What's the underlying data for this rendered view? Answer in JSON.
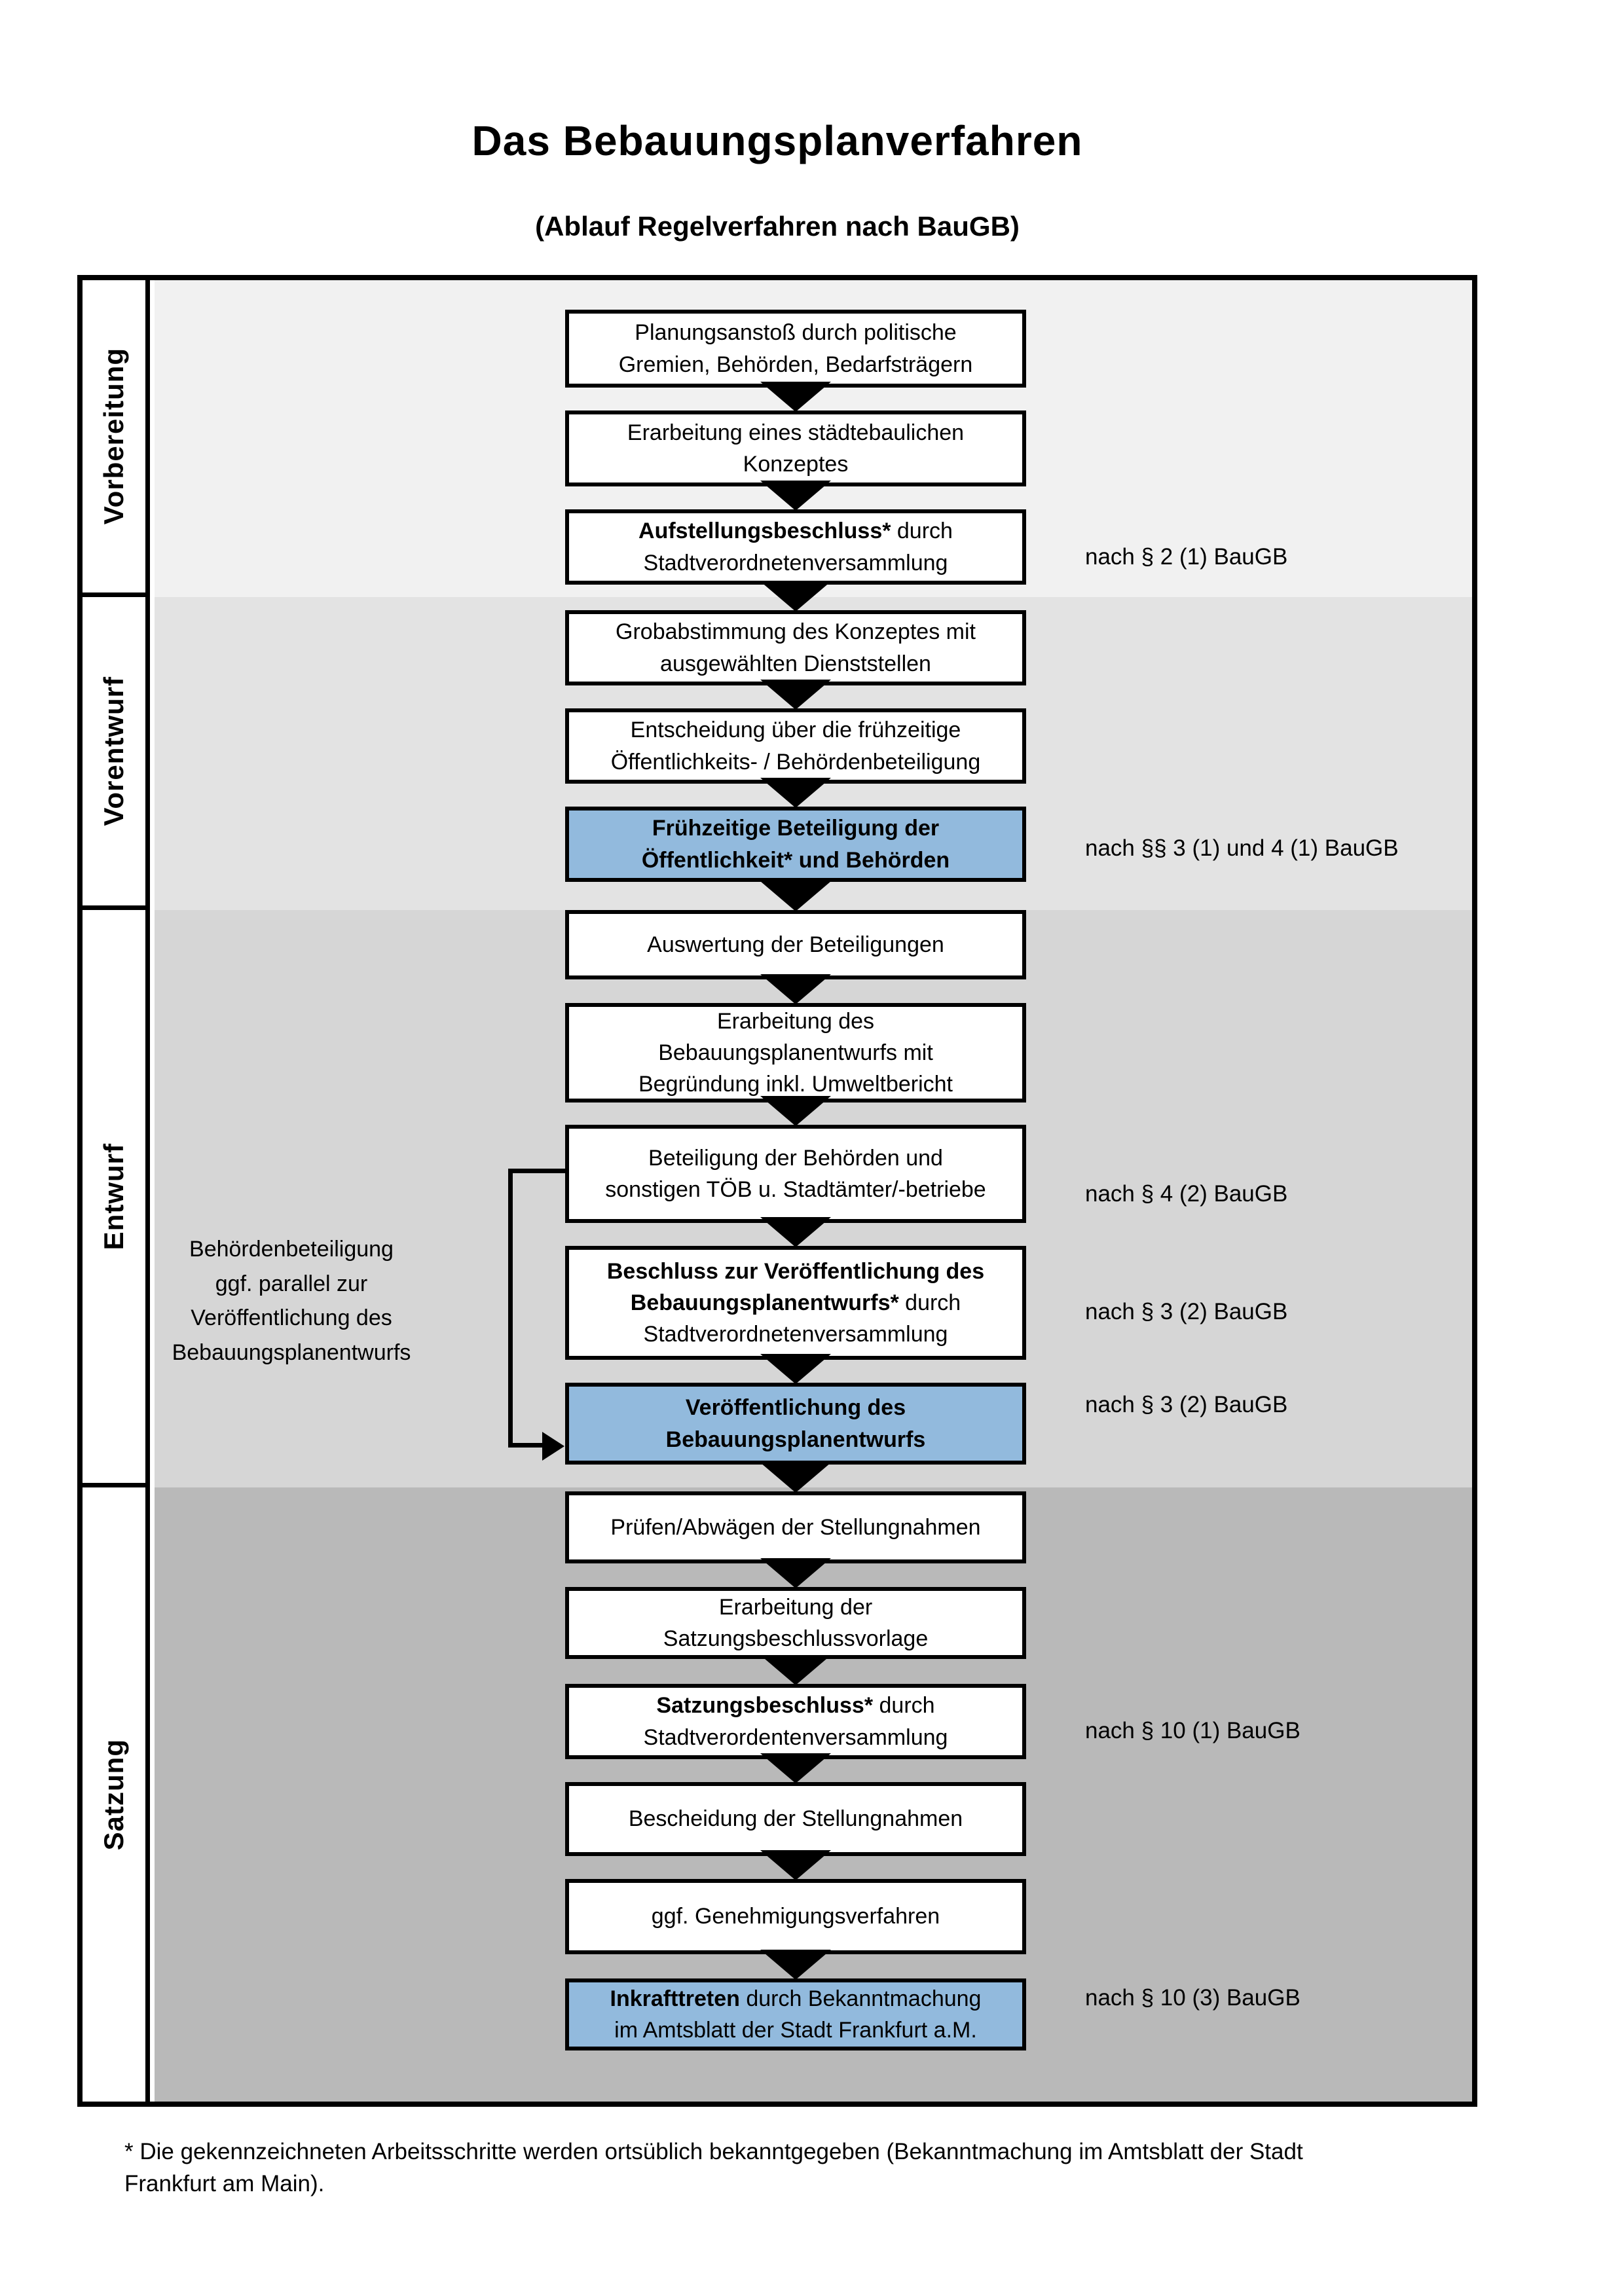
{
  "title": "Das Bebauungsplanverfahren",
  "subtitle": "(Ablauf Regelverfahren nach BauGB)",
  "phases": [
    {
      "label": "Vorbereitung",
      "band_color": "#f1f1f1"
    },
    {
      "label": "Vorentwurf",
      "band_color": "#e3e3e3"
    },
    {
      "label": "Entwurf",
      "band_color": "#d6d6d6"
    },
    {
      "label": "Satzung",
      "band_color": "#b9b9b9"
    }
  ],
  "boxes": [
    {
      "bold": "",
      "text": "Planungsanstoß durch politische\nGremien, Behörden, Bedarfsträgern",
      "highlighted": false
    },
    {
      "bold": "",
      "text": "Erarbeitung eines städtebaulichen\nKonzeptes",
      "highlighted": false
    },
    {
      "bold": "Aufstellungsbeschluss*",
      "text": " durch\nStadtverordnetenversammlung",
      "highlighted": false
    },
    {
      "bold": "",
      "text": "Grobabstimmung des Konzeptes mit\nausgewählten Dienststellen",
      "highlighted": false
    },
    {
      "bold": "",
      "text": "Entscheidung über die frühzeitige\nÖffentlichkeits- / Behördenbeteiligung",
      "highlighted": false
    },
    {
      "bold": "Frühzeitige Beteiligung der\nÖffentlichkeit* und Behörden",
      "text": "",
      "highlighted": true
    },
    {
      "bold": "",
      "text": "Auswertung der Beteiligungen",
      "highlighted": false
    },
    {
      "bold": "",
      "text": "Erarbeitung des\nBebauungsplanentwurfs mit\nBegründung inkl. Umweltbericht",
      "highlighted": false
    },
    {
      "bold": "",
      "text": "Beteiligung der Behörden und\nsonstigen TÖB u. Stadtämter/-betriebe",
      "highlighted": false
    },
    {
      "bold": "Beschluss zur Veröffentlichung des\nBebauungsplanentwurfs*",
      "text": " durch\nStadtverordnetenversammlung",
      "highlighted": false
    },
    {
      "bold": "Veröffentlichung des\nBebauungsplanentwurfs",
      "text": "",
      "highlighted": true
    },
    {
      "bold": "",
      "text": "Prüfen/Abwägen der Stellungnahmen",
      "highlighted": false
    },
    {
      "bold": "",
      "text": "Erarbeitung der\nSatzungsbeschlussvorlage",
      "highlighted": false
    },
    {
      "bold": "Satzungsbeschluss*",
      "text": " durch\nStadtverordentenversammlung",
      "highlighted": false
    },
    {
      "bold": "",
      "text": "Bescheidung der Stellungnahmen",
      "highlighted": false
    },
    {
      "bold": "",
      "text": "ggf. Genehmigungsverfahren",
      "highlighted": false
    },
    {
      "bold": "Inkrafttreten",
      "text": " durch Bekanntmachung\nim Amtsblatt der Stadt Frankfurt a.M.",
      "highlighted": true
    }
  ],
  "annotations": [
    {
      "text": "nach § 2 (1) BauGB"
    },
    {
      "text": "nach §§ 3 (1) und 4 (1) BauGB"
    },
    {
      "text": "nach § 4 (2) BauGB"
    },
    {
      "text": "nach § 3 (2) BauGB"
    },
    {
      "text": "nach § 3 (2) BauGB"
    },
    {
      "text": "nach § 10 (1) BauGB"
    },
    {
      "text": "nach § 10 (3) BauGB"
    }
  ],
  "side_note": {
    "text": "Behördenbeteiligung\nggf. parallel zur\nVeröffentlichung des\nBebauungsplanentwurfs"
  },
  "footnote": "* Die gekennzeichneten Arbeitsschritte werden ortsüblich bekanntgegeben (Bekanntmachung im Amtsblatt der Stadt\nFrankfurt am Main).",
  "colors": {
    "highlight_box": "#92badd",
    "border": "#000000"
  }
}
